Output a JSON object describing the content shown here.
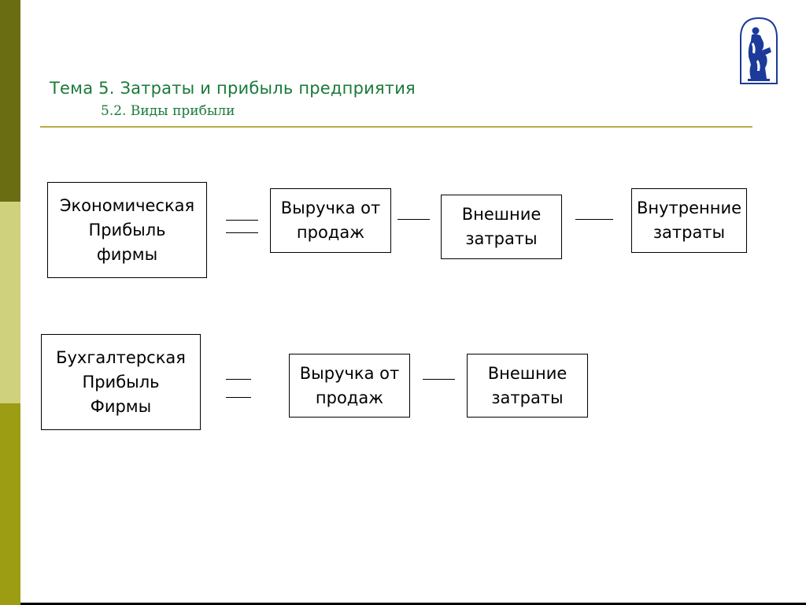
{
  "colors": {
    "bar_top": "#6b6d12",
    "bar_middle": "#cfd17d",
    "bar_bottom": "#9c9d12",
    "title_color": "#1a7a3a",
    "rule_color": "#b6ad45",
    "logo_color": "#1b3a9a"
  },
  "header": {
    "title": "Тема 5. Затраты и прибыль предприятия",
    "subtitle": "5.2. Виды прибыли"
  },
  "logo": {
    "icon": "university-statue-logo"
  },
  "rows": [
    {
      "boxes": [
        {
          "text": "Экономическая\nПрибыль\nфирмы"
        },
        {
          "text": "Выручка от\nпродаж"
        },
        {
          "text": "Внешние\nзатраты"
        },
        {
          "text": "Внутренние\nзатраты"
        }
      ],
      "operators": [
        "equals",
        "minus",
        "minus"
      ]
    },
    {
      "boxes": [
        {
          "text": "Бухгалтерская\nПрибыль\nФирмы"
        },
        {
          "text": "Выручка от\nпродаж"
        },
        {
          "text": "Внешние\nзатраты"
        }
      ],
      "operators": [
        "equals",
        "minus"
      ]
    }
  ]
}
